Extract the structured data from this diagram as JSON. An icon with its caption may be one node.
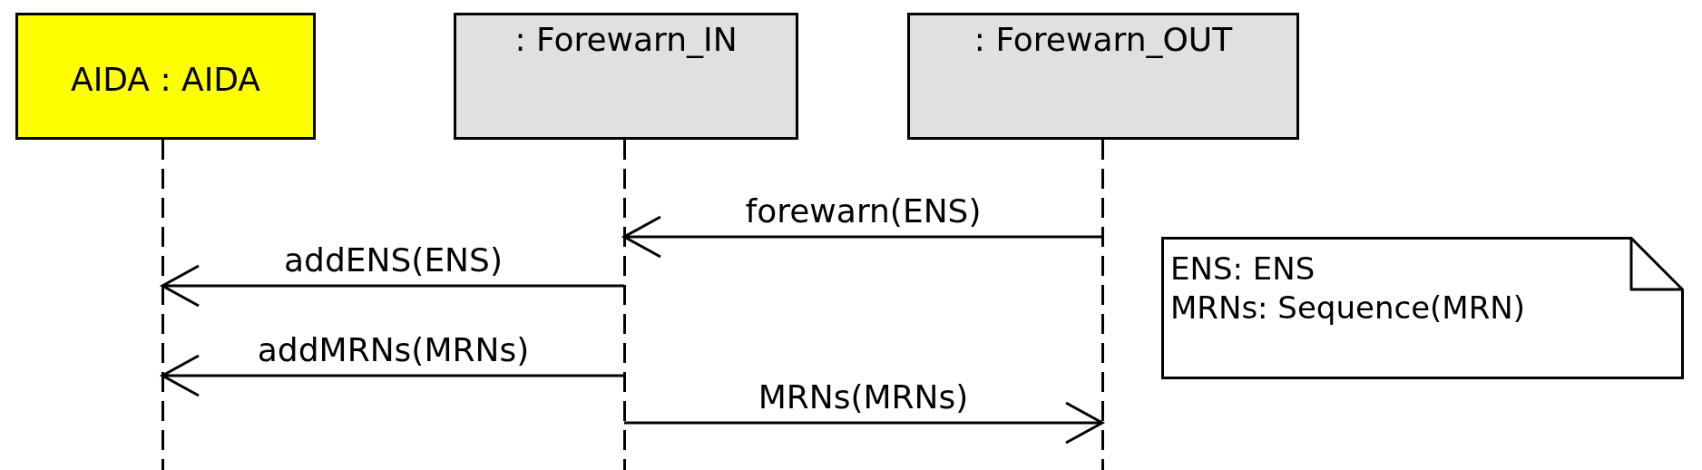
{
  "diagram": {
    "nodes": [
      {
        "text": [
          "AIDA : AIDA"
        ]
      },
      {
        "text": [
          ": Forewarn_IN"
        ]
      },
      {
        "text": [
          ": Forewarn_OUT"
        ]
      },
      {
        "text": [
          "ENS: ENS",
          "MRNs: Sequence(MRN)"
        ]
      },
      {
        "text": [],
        "shape": "bar"
      },
      {
        "text": [],
        "shape": "bar"
      },
      {
        "text": [],
        "shape": "bar"
      }
    ],
    "edges": [
      {
        "from": 6,
        "to": 5,
        "label": "forewarn(ENS)",
        "arrow": "to"
      },
      {
        "from": 5,
        "to": 4,
        "label": "addENS(ENS)",
        "arrow": "to"
      },
      {
        "from": 5,
        "to": 4,
        "label": "addMRNs(MRNs)",
        "arrow": "to"
      },
      {
        "from": 5,
        "to": 6,
        "label": "MRNs(MRNs)",
        "arrow": "to"
      }
    ]
  }
}
